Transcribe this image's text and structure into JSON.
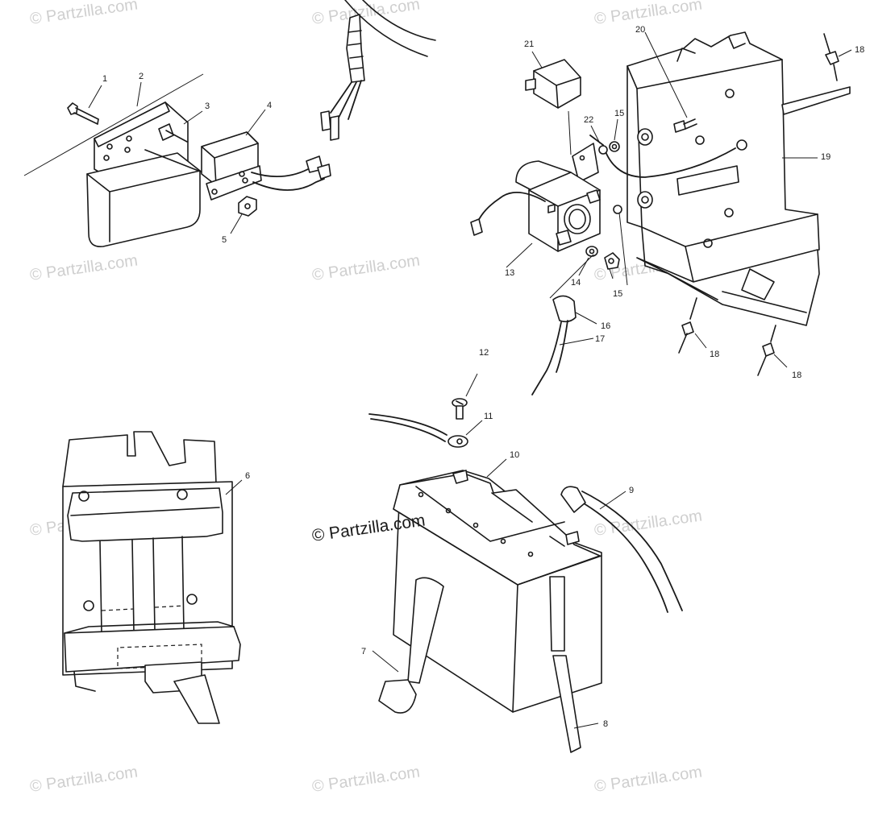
{
  "watermark": "© Partzilla.com",
  "copyright_center": "© Partzilla.com",
  "callouts": {
    "c1": "1",
    "c2": "2",
    "c3": "3",
    "c4": "4",
    "c5": "5",
    "c6": "6",
    "c7": "7",
    "c8": "8",
    "c9": "9",
    "c10": "10",
    "c11": "11",
    "c12": "12",
    "c13": "13",
    "c14": "14",
    "c15a": "15",
    "c15b": "15",
    "c16": "16",
    "c17": "17",
    "c18a": "18",
    "c18b": "18",
    "c18c": "18",
    "c19": "19",
    "c20": "20",
    "c21": "21",
    "c22": "22"
  }
}
